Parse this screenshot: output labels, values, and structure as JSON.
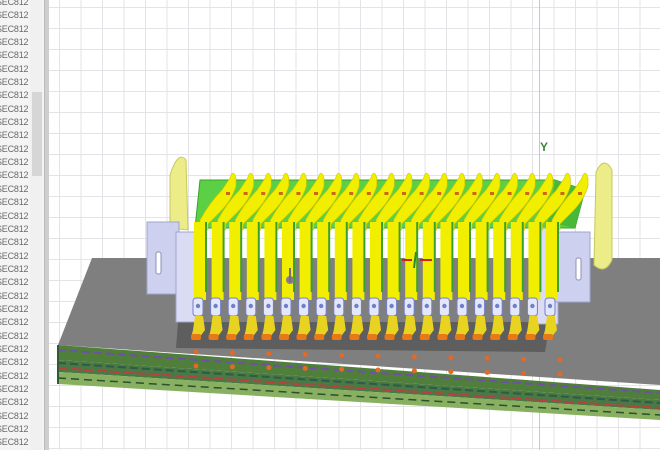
{
  "sidebar": {
    "items": [
      {
        "label": "SEC812"
      },
      {
        "label": "SEC812"
      },
      {
        "label": "SEC812"
      },
      {
        "label": "SEC812"
      },
      {
        "label": "SEC812"
      },
      {
        "label": "SEC812"
      },
      {
        "label": "SEC812"
      },
      {
        "label": "SEC812"
      },
      {
        "label": "SEC812"
      },
      {
        "label": "SEC812"
      },
      {
        "label": "SEC812"
      },
      {
        "label": "SEC812"
      },
      {
        "label": "SEC812"
      },
      {
        "label": "SEC812"
      },
      {
        "label": "SEC812"
      },
      {
        "label": "SEC812"
      },
      {
        "label": "SEC812"
      },
      {
        "label": "SEC812"
      },
      {
        "label": "SEC812"
      },
      {
        "label": "SEC812"
      },
      {
        "label": "SEC812"
      },
      {
        "label": "SEC812"
      },
      {
        "label": "SEC812"
      },
      {
        "label": "SEC812"
      },
      {
        "label": "SEC812"
      },
      {
        "label": "SEC812"
      },
      {
        "label": "SEC812"
      },
      {
        "label": "SEC812"
      },
      {
        "label": "SEC812"
      },
      {
        "label": "SEC812"
      },
      {
        "label": "SEC812"
      },
      {
        "label": "SEC812"
      },
      {
        "label": "SEC812"
      },
      {
        "label": "SEC812"
      }
    ]
  },
  "viewport": {
    "axis_label": "Y",
    "model": {
      "pin_count": 21,
      "colors": {
        "pins": "#f2ee00",
        "housing_top": "#58d040",
        "housing_side": "#c8ccec",
        "latch": "#eeec88",
        "board_top": "#808080",
        "board_layers": [
          "#4a7a3a",
          "#7a5aa8",
          "#3a6a4a",
          "#b04040",
          "#8ab060"
        ],
        "pads": "#e87818",
        "contact": "#7080c8"
      }
    }
  }
}
